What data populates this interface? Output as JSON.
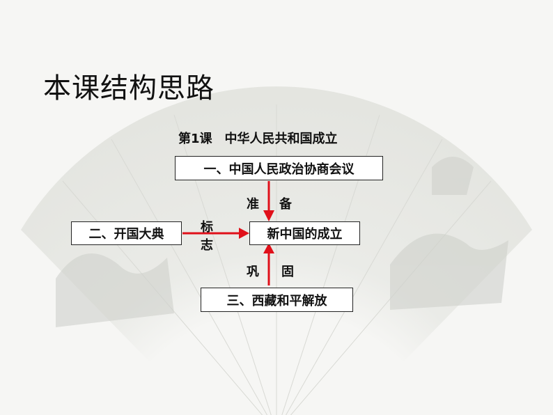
{
  "title": "本课结构思路",
  "lesson_title": "第1课　中华人民共和国成立",
  "nodes": {
    "cppcc": "一、中国人民政治协商会议",
    "founding_ceremony": "二、开国大典",
    "new_china": "新中国的成立",
    "tibet": "三、西藏和平解放"
  },
  "edges": {
    "prepare_left": "准",
    "prepare_right": "备",
    "mark_top": "标",
    "mark_bottom": "志",
    "consolidate_left": "巩",
    "consolidate_right": "固"
  },
  "colors": {
    "arrow": "#e0101a",
    "box_border": "#222222"
  }
}
